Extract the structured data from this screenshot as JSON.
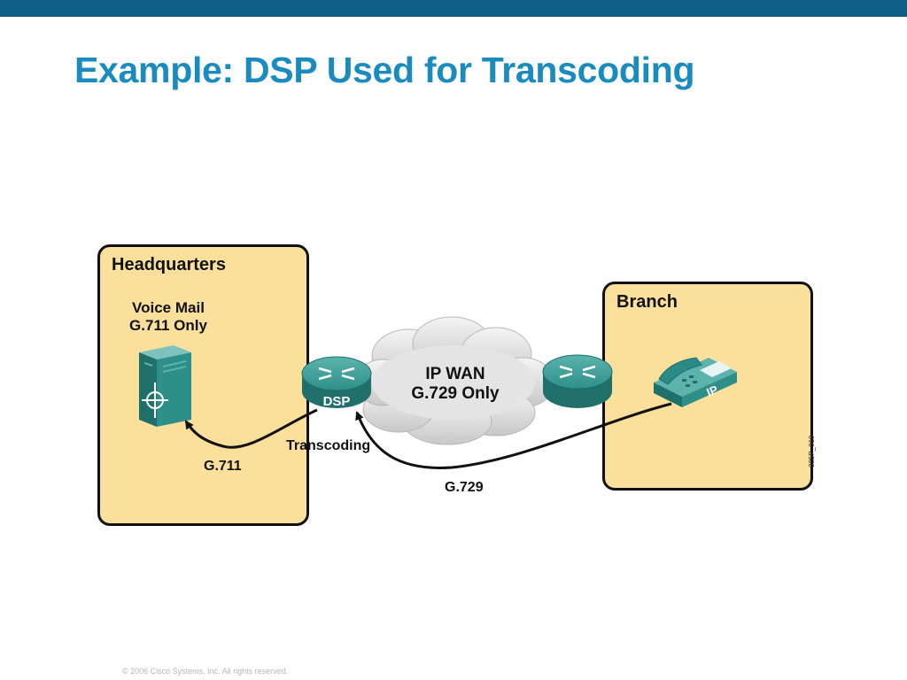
{
  "slide": {
    "title": "Example: DSP Used for Transcoding",
    "footer": "© 2006 Cisco Systems, Inc. All rights reserved.",
    "figure_code": "325P_019"
  },
  "headquarters": {
    "title": "Headquarters",
    "voice_mail_line1": "Voice Mail",
    "voice_mail_line2": "G.711 Only"
  },
  "branch": {
    "title": "Branch",
    "phone_label": "IP"
  },
  "wan": {
    "line1": "IP WAN",
    "line2": "G.729 Only"
  },
  "router_hq": {
    "label": "DSP"
  },
  "links": {
    "transcoding": "Transcoding",
    "g711": "G.711",
    "g729": "G.729"
  },
  "colors": {
    "top_bar": "#0e5f85",
    "title": "#1a8bbf",
    "panel_fill": "#fbe09c",
    "device_teal": "#2a8a86",
    "cloud": "#dcdcdc"
  }
}
